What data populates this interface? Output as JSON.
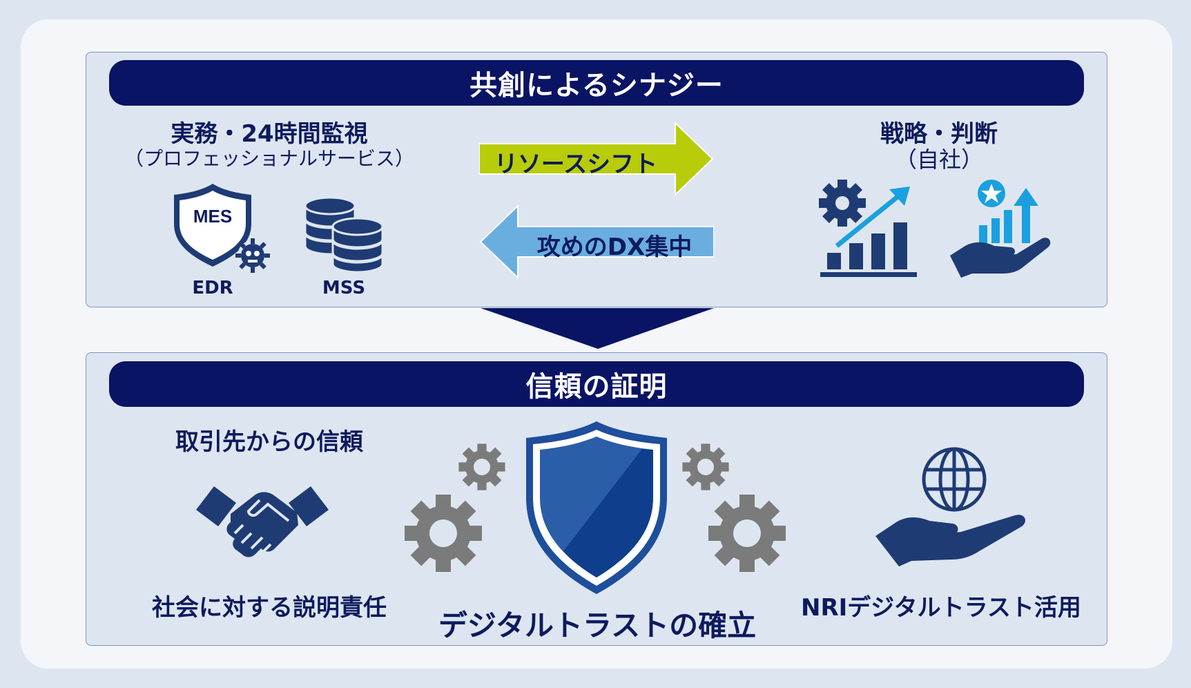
{
  "top": {
    "title": "共創によるシナジー",
    "left_title": "実務・24時間監視",
    "left_subtitle": "（プロフェッショナルサービス）",
    "shield_text": "MES",
    "edr_label": "EDR",
    "mss_label": "MSS",
    "arrow_right_label": "リソースシフト",
    "arrow_left_label": "攻めのDX集中",
    "right_title": "戦略・判断",
    "right_subtitle": "（自社）"
  },
  "bottom": {
    "title": "信頼の証明",
    "left_top_label": "取引先からの信頼",
    "left_bottom_label": "社会に対する説明責任",
    "center_label": "デジタルトラストの確立",
    "right_label": "NRIデジタルトラスト活用"
  },
  "colors": {
    "navy": "#0a1464",
    "text_navy": "#0d1b5e",
    "panel": "#dde6f0",
    "arrow_green": "#b8cc0a",
    "arrow_blue": "#6aaee0",
    "icon_navy": "#1f3b74",
    "gear_gray": "#7b7b7b",
    "shield_blue": "#1e4e9c",
    "accent_cyan": "#1aa0e0"
  },
  "icons": [
    "shield-virus-icon",
    "database-icon",
    "gear-chart-icon",
    "hand-growth-icon",
    "handshake-icon",
    "gear-icon",
    "shield-icon",
    "hand-globe-icon"
  ]
}
